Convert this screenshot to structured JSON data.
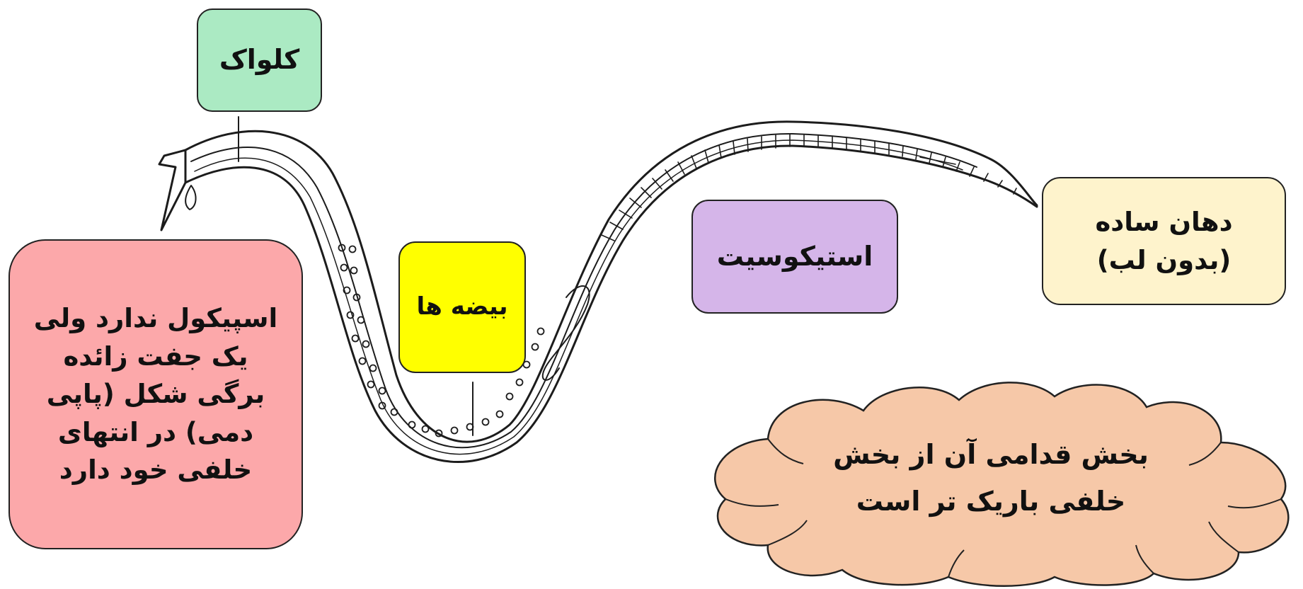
{
  "colors": {
    "cloaca": "#abeac3",
    "spicule": "#fca8aa",
    "eggs": "#ffff00",
    "stichocyte": "#d5b5e9",
    "mouth": "#fef3cc",
    "cloud": "#f6c8a8",
    "outline": "#222222"
  },
  "labels": {
    "cloaca": "کلواک",
    "spicule": "اسپیکول ندارد ولی\nیک جفت زائده\nبرگی شکل (پاپی\nدمی) در انتهای\nخلفی خود دارد",
    "eggs": "بیضه ها",
    "stichocyte": "استیکوسیت",
    "mouth": "دهان ساده\n(بدون لب)",
    "cloud": "بخش قدامی آن از بخش\nخلفی باریک تر است"
  },
  "icons": {
    "worm": "nematode-worm-illustration",
    "cloud": "cloud-shape"
  }
}
